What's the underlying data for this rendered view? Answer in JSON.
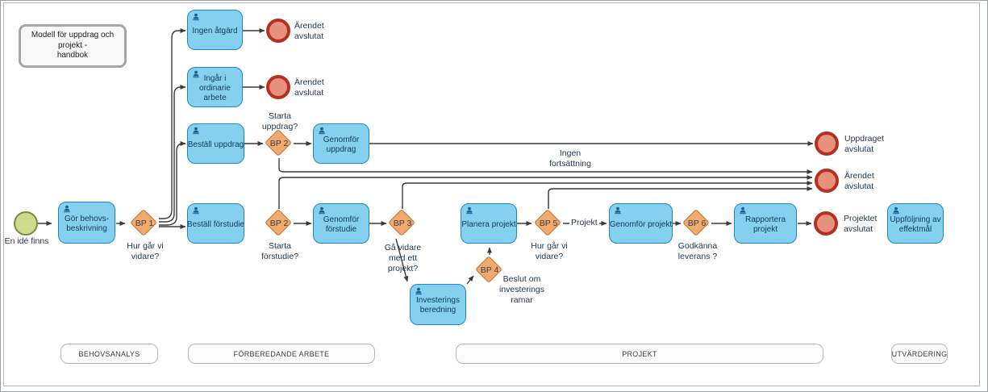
{
  "note": "Modell för uppdrag och projekt -\nhandbok",
  "start": {
    "label": "En idé finns"
  },
  "tasks": {
    "gor_behovsbeskrivning": "Gör behovs-beskrivning",
    "ingen_atgard": "Ingen åtgärd",
    "ingar_ordinarie": "Ingår i ordinarie arbete",
    "bestall_uppdrag": "Beställ uppdrag",
    "bestall_forstudie": "Beställ förstudie",
    "genomfor_uppdrag": "Genomför uppdrag",
    "genomfor_forstudie": "Genomför förstudie",
    "planera_projekt": "Planera projekt",
    "genomfor_projekt": "Genomför projekt",
    "rapportera_projekt": "Rapportera projekt",
    "investeringsberedning": "Investerings beredning",
    "uppfoljning": "Uppföljning av effektmål"
  },
  "gateways": {
    "bp1": "BP 1",
    "bp2_uppdrag": "BP 2",
    "bp2_forstudie": "BP 2",
    "bp3": "BP 3",
    "bp4": "BP 4",
    "bp5": "BP 5",
    "bp6": "BP 6"
  },
  "gateway_questions": {
    "bp1": "Hur går vi vidare?",
    "bp2_uppdrag": "Starta uppdrag?",
    "bp2_forstudie": "Starta förstudie?",
    "bp3": "Gå vidare med ett projekt?",
    "bp4": "Beslut om investerings ramar",
    "bp5": "Hur går vi vidare?",
    "bp6": "Godkänna leverans ?"
  },
  "end_events": {
    "arendet_avslutat_1": "Ärendet avslutat",
    "arendet_avslutat_2": "Ärendet avslutat",
    "uppdraget_avslutat": "Uppdraget avslutat",
    "arendet_avslutat_3": "Ärendet avslutat",
    "projektet_avslutat": "Projektet avslutat"
  },
  "flow_labels": {
    "ingen_fortsattning": "Ingen fortsättning",
    "projekt": "Projekt"
  },
  "lanes": [
    "BEHOVSANALYS",
    "FÖRBEREDANDE ARBETE",
    "PROJEKT",
    "UTVÄRDERING"
  ],
  "colors": {
    "task_fill": "#85d0ef",
    "task_border": "#1f86be",
    "gateway_fill": "#f2a96d",
    "gateway_border": "#c4702f",
    "end_fill": "#e9917f",
    "end_border": "#b5301e",
    "start_fill": "#ccdc8e",
    "start_border": "#7a8c3c",
    "connector": "#3a3a3a",
    "text": "#223a55"
  }
}
